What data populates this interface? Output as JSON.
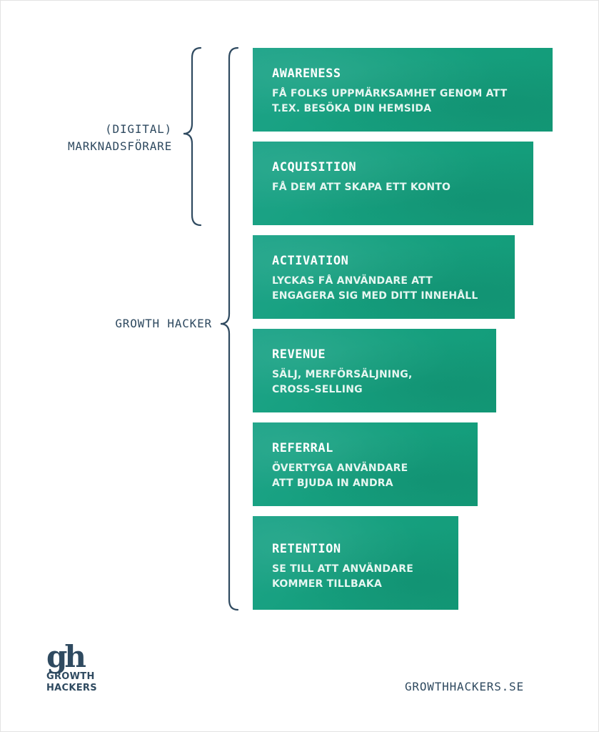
{
  "labels": {
    "marketer_line1": "(DIGITAL)",
    "marketer_line2": "MARKNADSFÖRARE",
    "growth_hacker": "GROWTH HACKER"
  },
  "stages": [
    {
      "title": "AWARENESS",
      "description": "FÅ FOLKS UPPMÄRKSAMHET GENOM ATT\nT.EX. BESÖKA DIN HEMSIDA"
    },
    {
      "title": "ACQUISITION",
      "description": "FÅ DEM ATT SKAPA ETT KONTO"
    },
    {
      "title": "ACTIVATION",
      "description": "LYCKAS FÅ ANVÄNDARE ATT\nENGAGERA SIG MED DITT INNEHÅLL"
    },
    {
      "title": "REVENUE",
      "description": "SÄLJ, MERFÖRSÄLJNING,\nCROSS-SELLING"
    },
    {
      "title": "REFERRAL",
      "description": "ÖVERTYGA ANVÄNDARE\nATT BJUDA IN ANDRA"
    },
    {
      "title": "RETENTION",
      "description": "SE TILL ATT ANVÄNDARE\nKOMMER TILLBAKA"
    }
  ],
  "logo": {
    "mark": "gh",
    "line1": "GROWTH",
    "line2": "HACKERS"
  },
  "website": "GROWTHHACKERS.SE",
  "colors": {
    "stage_green": "#17a080",
    "text_navy": "#2f4a60",
    "background": "#ffffff"
  }
}
